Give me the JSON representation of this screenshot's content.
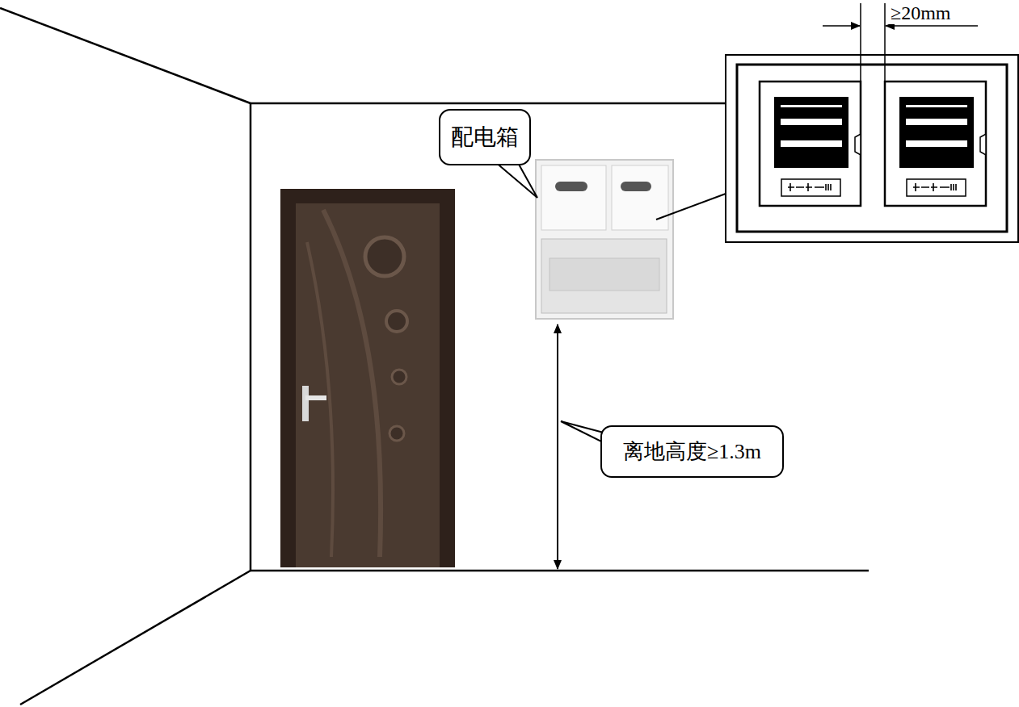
{
  "diagram": {
    "nodes": [
      {
        "text": [
          "配电箱"
        ]
      },
      {
        "text": [
          "离地高度≥1.3m"
        ]
      }
    ],
    "labels": [
      "≥20mm"
    ]
  }
}
